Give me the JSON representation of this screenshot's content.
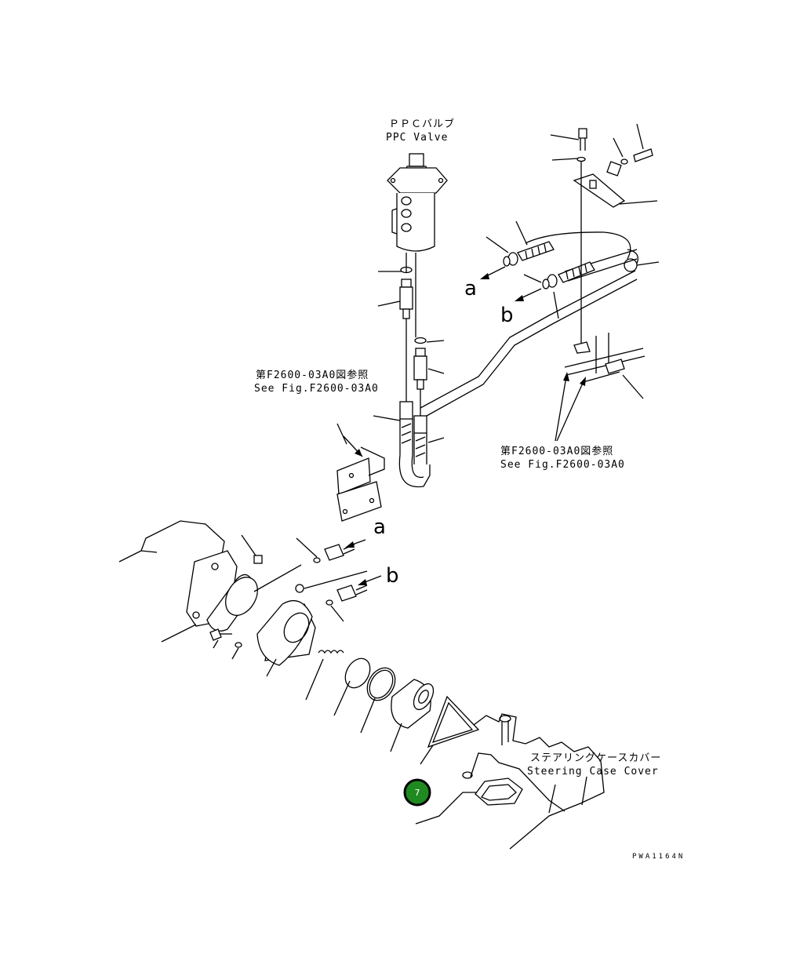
{
  "labels": {
    "ppc_valve_jp": "ＰＰＣバルブ",
    "ppc_valve_en": "PPC Valve",
    "ref_left_jp": "第F2600-03A0図参照",
    "ref_left_en": "See Fig.F2600-03A0",
    "ref_right_jp": "第F2600-03A0図参照",
    "ref_right_en": "See Fig.F2600-03A0",
    "steering_jp": "ステアリングケースカバー",
    "steering_en": "Steering Case Cover",
    "port_a_upper": "a",
    "port_b_upper": "b",
    "port_a_lower": "a",
    "port_b_lower": "b",
    "drawing_code": "PWA1164N"
  },
  "badge": {
    "number": "7",
    "color": "#1f8a1f"
  }
}
